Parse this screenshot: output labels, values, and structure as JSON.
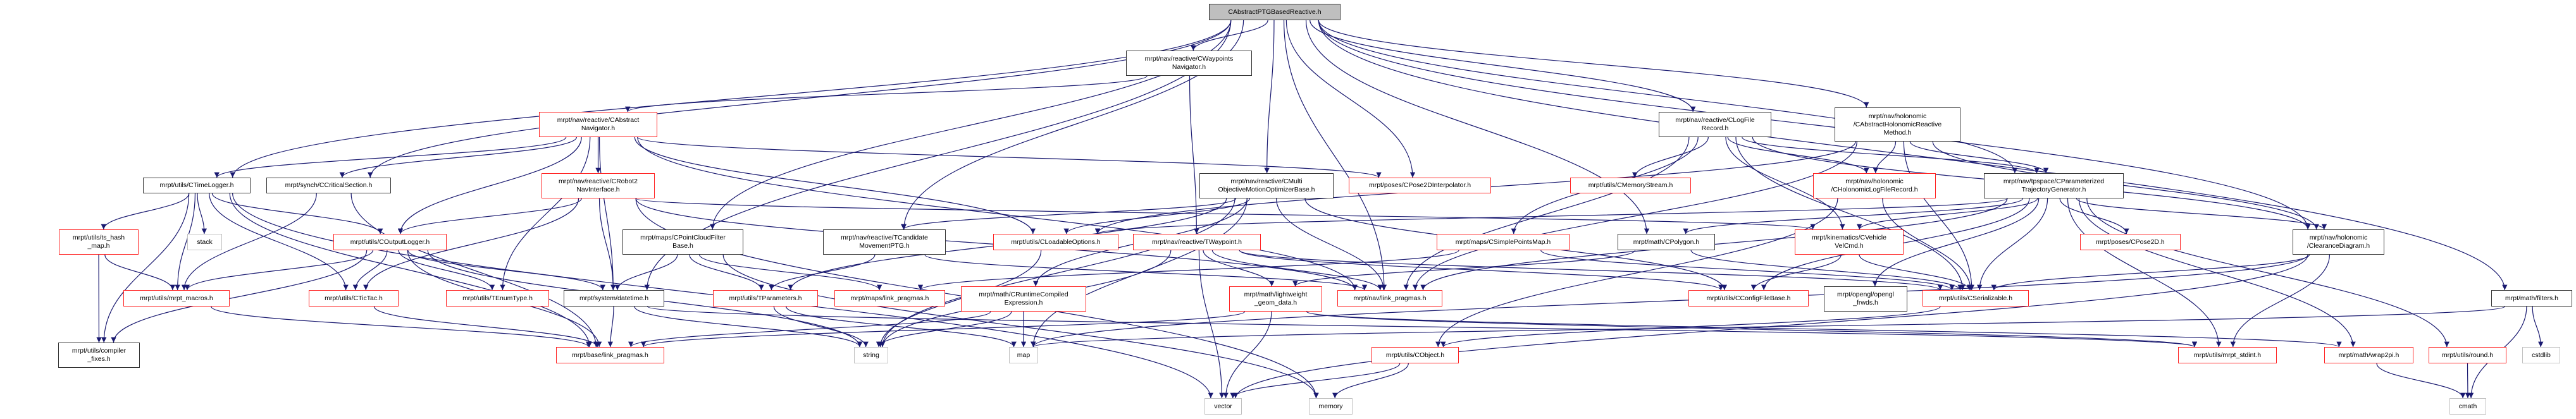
{
  "colors": {
    "edge": "#191970",
    "documented_border": "#ff2020",
    "undocumented_border": "#333333",
    "system_border": "#c0c0c0",
    "root_fill": "#bfbfbf"
  },
  "nodes": {
    "root": "CAbstractPTGBasedReactive.h",
    "cwaypoints": "mrpt/nav/reactive/CWaypoints\nNavigator.h",
    "cabstractnav": "mrpt/nav/reactive/CAbstract\nNavigator.h",
    "clogfile": "mrpt/nav/reactive/CLogFile\nRecord.h",
    "cabsholo": "mrpt/nav/holonomic\n/CAbstractHolonomicReactive\nMethod.h",
    "ctimelogger": "mrpt/utils/CTimeLogger.h",
    "ccritical": "mrpt/synch/CCriticalSection.h",
    "crobot2": "mrpt/nav/reactive/CRobot2\nNavInterface.h",
    "cmulti": "mrpt/nav/reactive/CMulti\nObjectiveMotionOptimizerBase.h",
    "cpose2dinterp": "mrpt/poses/CPose2DInterpolator.h",
    "cmemstream": "mrpt/utils/CMemoryStream.h",
    "cholorec": "mrpt/nav/holonomic\n/CHolonomicLogFileRecord.h",
    "cptg": "mrpt/nav/tpspace/CParameterized\nTrajectoryGenerator.h",
    "tshash": "mrpt/utils/ts_hash\n_map.h",
    "stack": "stack",
    "coutputlogger": "mrpt/utils/COutputLogger.h",
    "cpcfb": "mrpt/maps/CPointCloudFilter\nBase.h",
    "tcand": "mrpt/nav/reactive/TCandidate\nMovementPTG.h",
    "cloadable": "mrpt/utils/CLoadableOptions.h",
    "twaypoint": "mrpt/nav/reactive/TWaypoint.h",
    "csimplepts": "mrpt/maps/CSimplePointsMap.h",
    "cpolygon": "mrpt/math/CPolygon.h",
    "cvehicle": "mrpt/kinematics/CVehicle\nVelCmd.h",
    "cpose2d": "mrpt/poses/CPose2D.h",
    "clearance": "mrpt/nav/holonomic\n/ClearanceDiagram.h",
    "mrptmacros": "mrpt/utils/mrpt_macros.h",
    "ctictac": "mrpt/utils/CTicTac.h",
    "tenum": "mrpt/utils/TEnumType.h",
    "datetime": "mrpt/system/datetime.h",
    "tparams": "mrpt/utils/TParameters.h",
    "mapslink": "mrpt/maps/link_pragmas.h",
    "cruntime": "mrpt/math/CRuntimeCompiled\nExpression.h",
    "lightweight": "mrpt/math/lightweight\n_geom_data.h",
    "navlink": "mrpt/nav/link_pragmas.h",
    "cconfig": "mrpt/utils/CConfigFileBase.h",
    "openglfrwds": "mrpt/opengl/opengl\n_frwds.h",
    "cserial": "mrpt/utils/CSerializable.h",
    "filters": "mrpt/math/filters.h",
    "compilerfixes": "mrpt/utils/compiler\n_fixes.h",
    "baselink": "mrpt/base/link_pragmas.h",
    "string": "string",
    "map": "map",
    "cobject": "mrpt/utils/CObject.h",
    "stdint": "mrpt/utils/mrpt_stdint.h",
    "wrap2pi": "mrpt/math/wrap2pi.h",
    "round": "mrpt/utils/round.h",
    "cstdlib": "cstdlib",
    "vector": "vector",
    "memory": "memory",
    "cmath": "cmath"
  },
  "edges": [
    [
      "root",
      "cwaypoints"
    ],
    [
      "root",
      "ctimelogger"
    ],
    [
      "root",
      "ccritical"
    ],
    [
      "root",
      "cmulti"
    ],
    [
      "root",
      "clogfile"
    ],
    [
      "root",
      "cabsholo"
    ],
    [
      "root",
      "cptg"
    ],
    [
      "root",
      "clearance"
    ],
    [
      "root",
      "filters"
    ],
    [
      "root",
      "datetime"
    ],
    [
      "root",
      "cpcfb"
    ],
    [
      "root",
      "tcand"
    ],
    [
      "root",
      "cpolygon"
    ],
    [
      "root",
      "cpose2dinterp"
    ],
    [
      "root",
      "navlink"
    ],
    [
      "cwaypoints",
      "cabstractnav"
    ],
    [
      "cwaypoints",
      "twaypoint"
    ],
    [
      "cabstractnav",
      "crobot2"
    ],
    [
      "cabstractnav",
      "ctimelogger"
    ],
    [
      "cabstractnav",
      "ccritical"
    ],
    [
      "cabstractnav",
      "coutputlogger"
    ],
    [
      "cabstractnav",
      "tenum"
    ],
    [
      "cabstractnav",
      "cloadable"
    ],
    [
      "cabstractnav",
      "cpose2dinterp"
    ],
    [
      "cabstractnav",
      "navlink"
    ],
    [
      "cabstractnav",
      "datetime"
    ],
    [
      "crobot2",
      "cvehicle"
    ],
    [
      "crobot2",
      "coutputlogger"
    ],
    [
      "crobot2",
      "ctictac"
    ],
    [
      "crobot2",
      "datetime"
    ],
    [
      "crobot2",
      "navlink"
    ],
    [
      "crobot2",
      "memory"
    ],
    [
      "ctimelogger",
      "tshash"
    ],
    [
      "ctimelogger",
      "stack"
    ],
    [
      "ctimelogger",
      "coutputlogger"
    ],
    [
      "ctimelogger",
      "mrptmacros"
    ],
    [
      "ctimelogger",
      "ctictac"
    ],
    [
      "ctimelogger",
      "compilerfixes"
    ],
    [
      "ctimelogger",
      "vector"
    ],
    [
      "ctimelogger",
      "baselink"
    ],
    [
      "ccritical",
      "mrptmacros"
    ],
    [
      "ccritical",
      "baselink"
    ],
    [
      "coutputlogger",
      "mrptmacros"
    ],
    [
      "coutputlogger",
      "ctictac"
    ],
    [
      "coutputlogger",
      "tenum"
    ],
    [
      "coutputlogger",
      "datetime"
    ],
    [
      "coutputlogger",
      "baselink"
    ],
    [
      "coutputlogger",
      "string"
    ],
    [
      "coutputlogger",
      "compilerfixes"
    ],
    [
      "tshash",
      "mrptmacros"
    ],
    [
      "tshash",
      "compilerfixes"
    ],
    [
      "mrptmacros",
      "baselink"
    ],
    [
      "ctictac",
      "baselink"
    ],
    [
      "datetime",
      "baselink"
    ],
    [
      "datetime",
      "string"
    ],
    [
      "datetime",
      "stdint"
    ],
    [
      "cpcfb",
      "datetime"
    ],
    [
      "cpcfb",
      "mapslink"
    ],
    [
      "cpcfb",
      "tparams"
    ],
    [
      "cpcfb",
      "memory"
    ],
    [
      "tcand",
      "tparams"
    ],
    [
      "tcand",
      "navlink"
    ],
    [
      "cmulti",
      "cloadable"
    ],
    [
      "cmulti",
      "tcand"
    ],
    [
      "cmulti",
      "cruntime"
    ],
    [
      "cmulti",
      "tparams"
    ],
    [
      "cmulti",
      "navlink"
    ],
    [
      "cmulti",
      "cconfig"
    ],
    [
      "cmulti",
      "string"
    ],
    [
      "cmulti",
      "map"
    ],
    [
      "tparams",
      "string"
    ],
    [
      "tparams",
      "map"
    ],
    [
      "cruntime",
      "string"
    ],
    [
      "cruntime",
      "map"
    ],
    [
      "cruntime",
      "baselink"
    ],
    [
      "cloadable",
      "string"
    ],
    [
      "twaypoint",
      "lightweight"
    ],
    [
      "twaypoint",
      "navlink"
    ],
    [
      "twaypoint",
      "vector"
    ],
    [
      "twaypoint",
      "string"
    ],
    [
      "twaypoint",
      "cserial"
    ],
    [
      "twaypoint",
      "cconfig"
    ],
    [
      "lightweight",
      "vector"
    ],
    [
      "lightweight",
      "baselink"
    ],
    [
      "lightweight",
      "stdint"
    ],
    [
      "lightweight",
      "wrap2pi"
    ],
    [
      "csimplepts",
      "mapslink"
    ],
    [
      "csimplepts",
      "cserial"
    ],
    [
      "cpolygon",
      "cserial"
    ],
    [
      "cpolygon",
      "lightweight"
    ],
    [
      "clogfile",
      "cmemstream"
    ],
    [
      "clogfile",
      "cserial"
    ],
    [
      "clogfile",
      "cholorec"
    ],
    [
      "clogfile",
      "cvehicle"
    ],
    [
      "clogfile",
      "cptg"
    ],
    [
      "clogfile",
      "clearance"
    ],
    [
      "clogfile",
      "navlink"
    ],
    [
      "clogfile",
      "csimplepts"
    ],
    [
      "cabsholo",
      "cholorec"
    ],
    [
      "cabsholo",
      "cptg"
    ],
    [
      "cabsholo",
      "clearance"
    ],
    [
      "cabsholo",
      "cloadable"
    ],
    [
      "cabsholo",
      "cserial"
    ],
    [
      "cabsholo",
      "navlink"
    ],
    [
      "cholorec",
      "cserial"
    ],
    [
      "cholorec",
      "cobject"
    ],
    [
      "cptg",
      "cpose2d"
    ],
    [
      "cptg",
      "cpolygon"
    ],
    [
      "cptg",
      "clearance"
    ],
    [
      "cptg",
      "cvehicle"
    ],
    [
      "cptg",
      "cloadable"
    ],
    [
      "cptg",
      "cserial"
    ],
    [
      "cptg",
      "cconfig"
    ],
    [
      "cptg",
      "openglfrwds"
    ],
    [
      "cptg",
      "stdint"
    ],
    [
      "cptg",
      "wrap2pi"
    ],
    [
      "cptg",
      "round"
    ],
    [
      "cptg",
      "navlink"
    ],
    [
      "cvehicle",
      "cconfig"
    ],
    [
      "cvehicle",
      "cserial"
    ],
    [
      "clearance",
      "cserial"
    ],
    [
      "clearance",
      "stdint"
    ],
    [
      "clearance",
      "vector"
    ],
    [
      "clearance",
      "map"
    ],
    [
      "cserial",
      "cobject"
    ],
    [
      "cobject",
      "vector"
    ],
    [
      "cobject",
      "memory"
    ],
    [
      "filters",
      "cstdlib"
    ],
    [
      "filters",
      "cmath"
    ],
    [
      "filters",
      "map"
    ],
    [
      "wrap2pi",
      "cmath"
    ],
    [
      "round",
      "cmath"
    ]
  ]
}
